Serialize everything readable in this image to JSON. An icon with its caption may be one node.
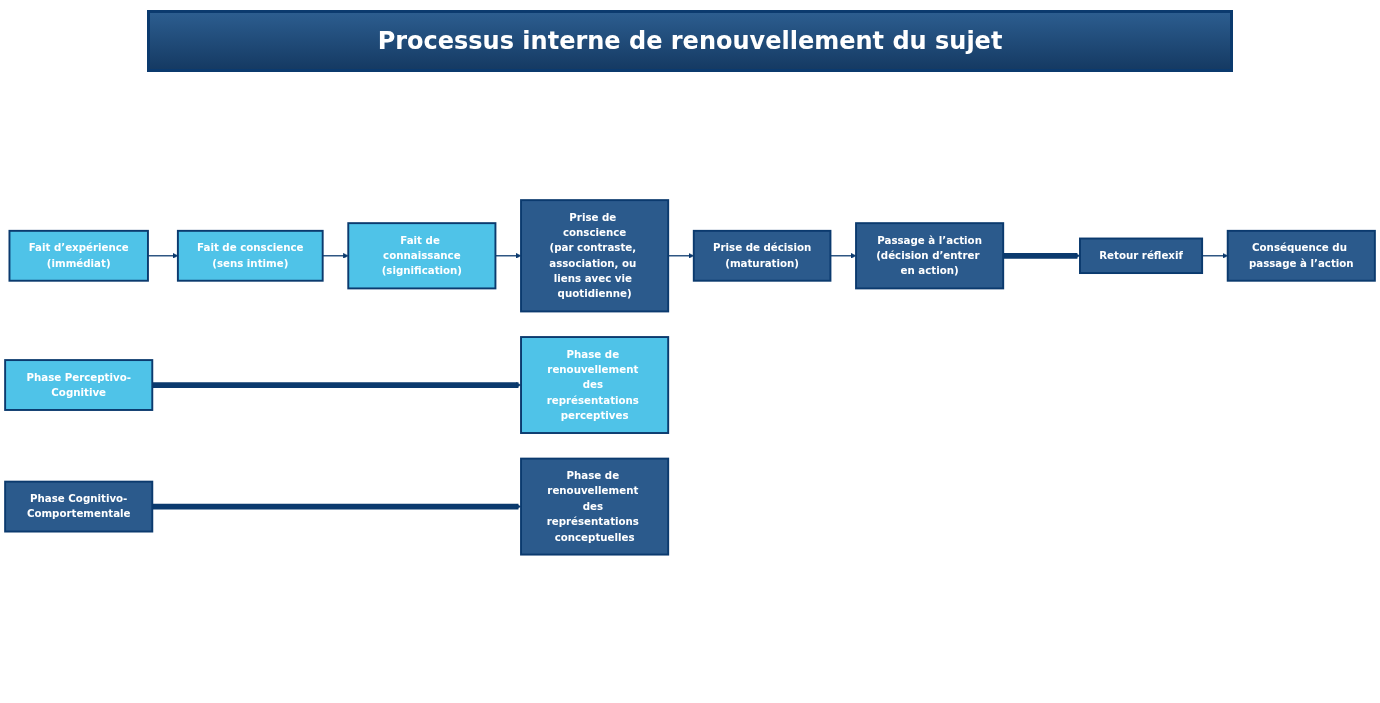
{
  "diagram": {
    "title": "Processus interne de renouvellement du sujet",
    "nodes": [
      {
        "text": [
          "Fait d’expérience",
          "(immédiat)"
        ]
      },
      {
        "text": [
          "Fait de conscience",
          "(sens intime)"
        ]
      },
      {
        "text": [
          "Fait de connaissance",
          "(signification)"
        ]
      },
      {
        "text": [
          "Prise de conscience",
          "(par contraste, association, ou liens avec vie quotidienne)"
        ]
      },
      {
        "text": [
          "Prise de décision",
          "(maturation)"
        ]
      },
      {
        "text": [
          "Passage à l’action",
          "(décision d’entrer en action)"
        ]
      },
      {
        "text": [
          "Retour réflexif"
        ]
      },
      {
        "text": [
          "Phase Perceptivo-Cognitive"
        ]
      },
      {
        "text": [
          "Phase de renouvellement des représentations perceptives"
        ]
      },
      {
        "text": [
          "Phase Cognitivo-Comportementale"
        ]
      },
      {
        "text": [
          "Phase de renouvellement des représentations conceptuelles"
        ]
      },
      {
        "text": [
          "Conséquence du passage à l’action"
        ]
      }
    ],
    "edges": [
      {
        "from": 0,
        "to": 1,
        "arrow": "to"
      },
      {
        "from": 1,
        "to": 2,
        "arrow": "to"
      },
      {
        "from": 2,
        "to": 3,
        "arrow": "to"
      },
      {
        "from": 3,
        "to": 4,
        "arrow": "to"
      },
      {
        "from": 4,
        "to": 5,
        "arrow": "to"
      },
      {
        "from": 5,
        "to": 6,
        "arrow": "to",
        "style": "thick"
      },
      {
        "from": 6,
        "to": 11,
        "arrow": "to"
      },
      {
        "from": 7,
        "to": 8,
        "arrow": "to",
        "style": "thick"
      },
      {
        "from": 9,
        "to": 10,
        "arrow": "to",
        "style": "thick"
      }
    ]
  }
}
